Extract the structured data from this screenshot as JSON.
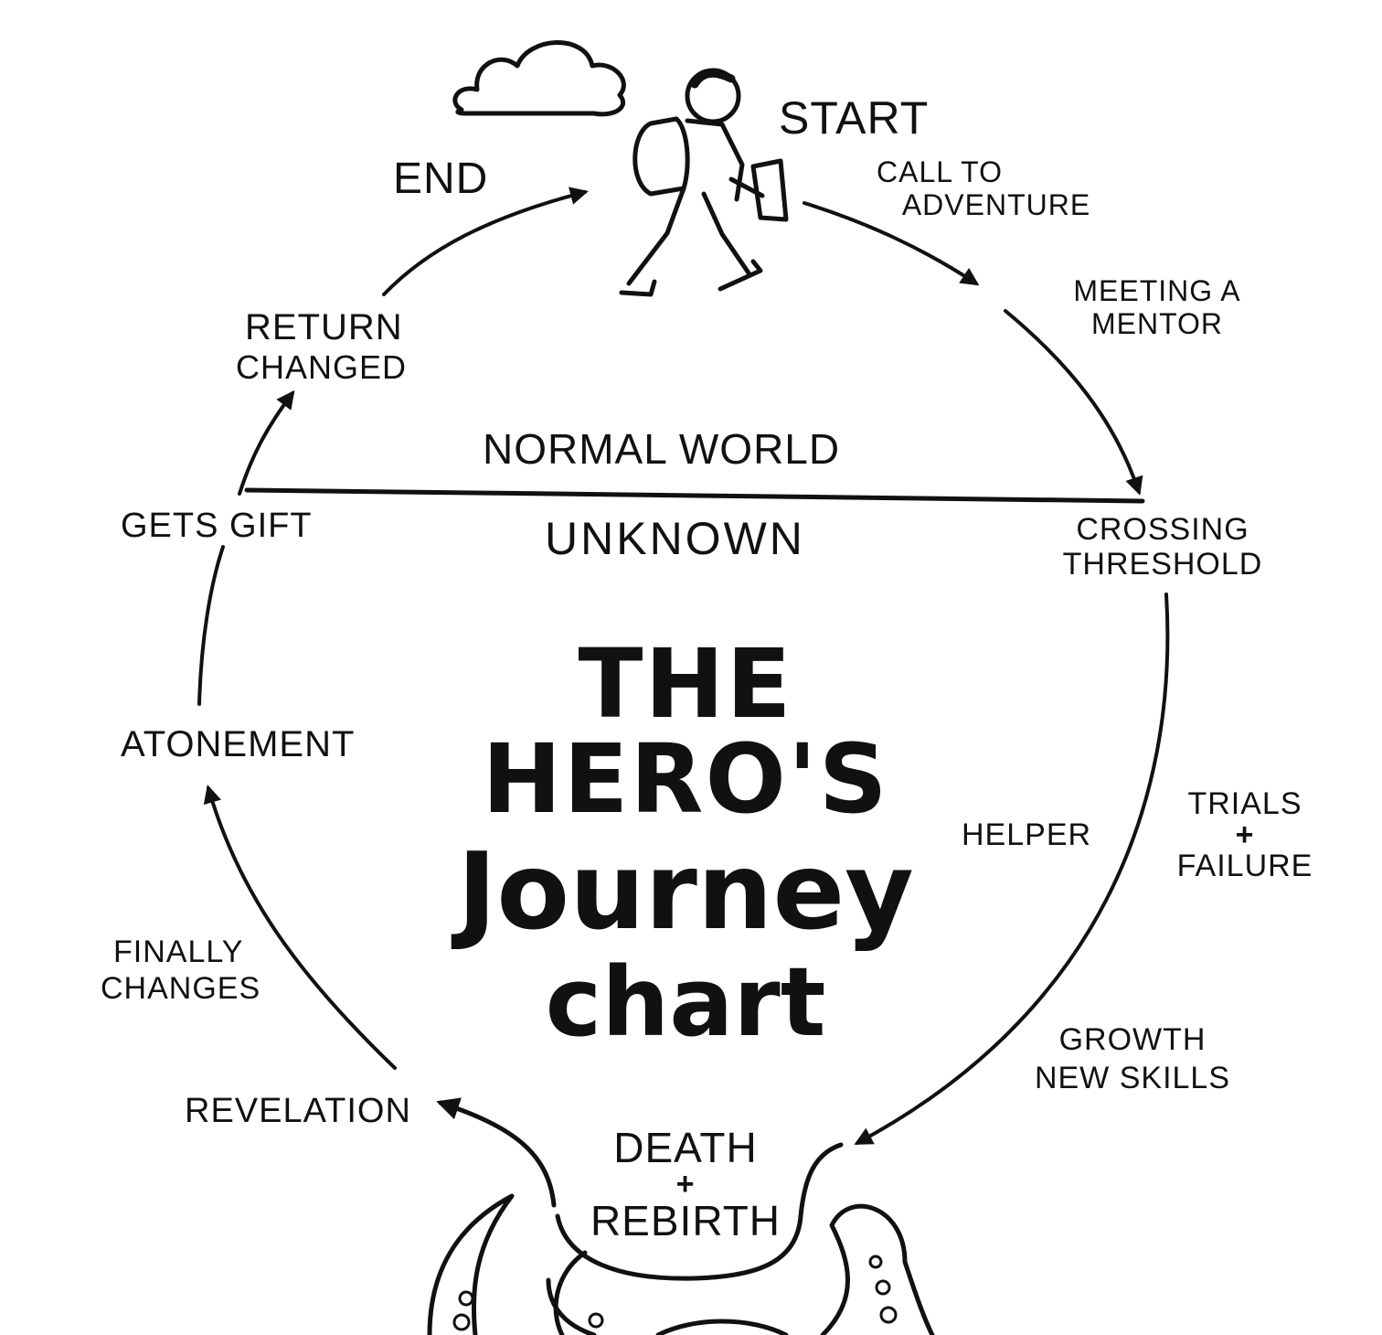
{
  "colors": {
    "ink": "#111111",
    "paper": "#ffffff"
  },
  "title": {
    "line1": "The Hero's",
    "line2": "Journey",
    "line3": "chart"
  },
  "realms": {
    "upper": "NORMAL WORLD",
    "lower": "UNKNOWN"
  },
  "stages": {
    "start": "START",
    "call_to_adventure": {
      "line1": "CAll TO",
      "line2": "ADVENTURE"
    },
    "meeting_mentor": {
      "line1": "MEETING A",
      "line2": "MENTOR"
    },
    "crossing_threshold": {
      "line1": "CROSSING",
      "line2": "THRESHOLD"
    },
    "helper": "HELPER",
    "trials_failure": {
      "line1": "TRIALS",
      "line2": "+",
      "line3": "FAILURE"
    },
    "growth": {
      "line1": "GROWTH",
      "line2": "NEW SKILLS"
    },
    "death_rebirth": {
      "line1": "DEATH",
      "line2": "+",
      "line3": "REBIRTH"
    },
    "revelation": "REVELATION",
    "finally_changes": {
      "line1": "FINALLY",
      "line2": "CHANGES"
    },
    "atonement": "ATONEMENT",
    "gets_gift": "GETS GIFT",
    "return_changed": {
      "line1": "RETURN",
      "line2": "CHANGED"
    },
    "end": "END"
  },
  "icons": [
    "cloud-icon",
    "hiker-figure-icon",
    "tentacle-monster-icon"
  ]
}
